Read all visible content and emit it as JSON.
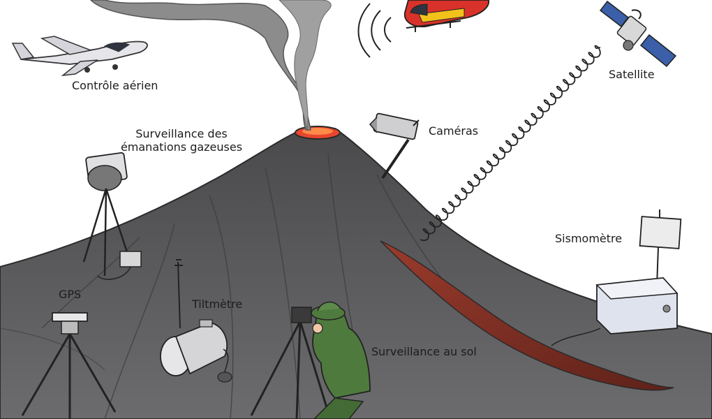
{
  "labels": {
    "air_control": "Contrôle aérien",
    "gas_line1": "Surveillance des",
    "gas_line2": "émanations gazeuses",
    "cameras": "Caméras",
    "satellite": "Satellite",
    "seismometer": "Sismomètre",
    "gps": "GPS",
    "tiltmeter": "Tiltmètre",
    "ground": "Surveillance au sol"
  },
  "colors": {
    "volcano": "#5a5a5c",
    "volcano_dark": "#3e3e40",
    "crater": "#e8472e",
    "lava": "#7a2e22",
    "plume": "#8c8c8c",
    "helicopter_red": "#d9322a",
    "helicopter_yellow": "#f2c21b",
    "satellite_blue": "#3b5fa8",
    "surveyor_green": "#4f7a3e"
  }
}
